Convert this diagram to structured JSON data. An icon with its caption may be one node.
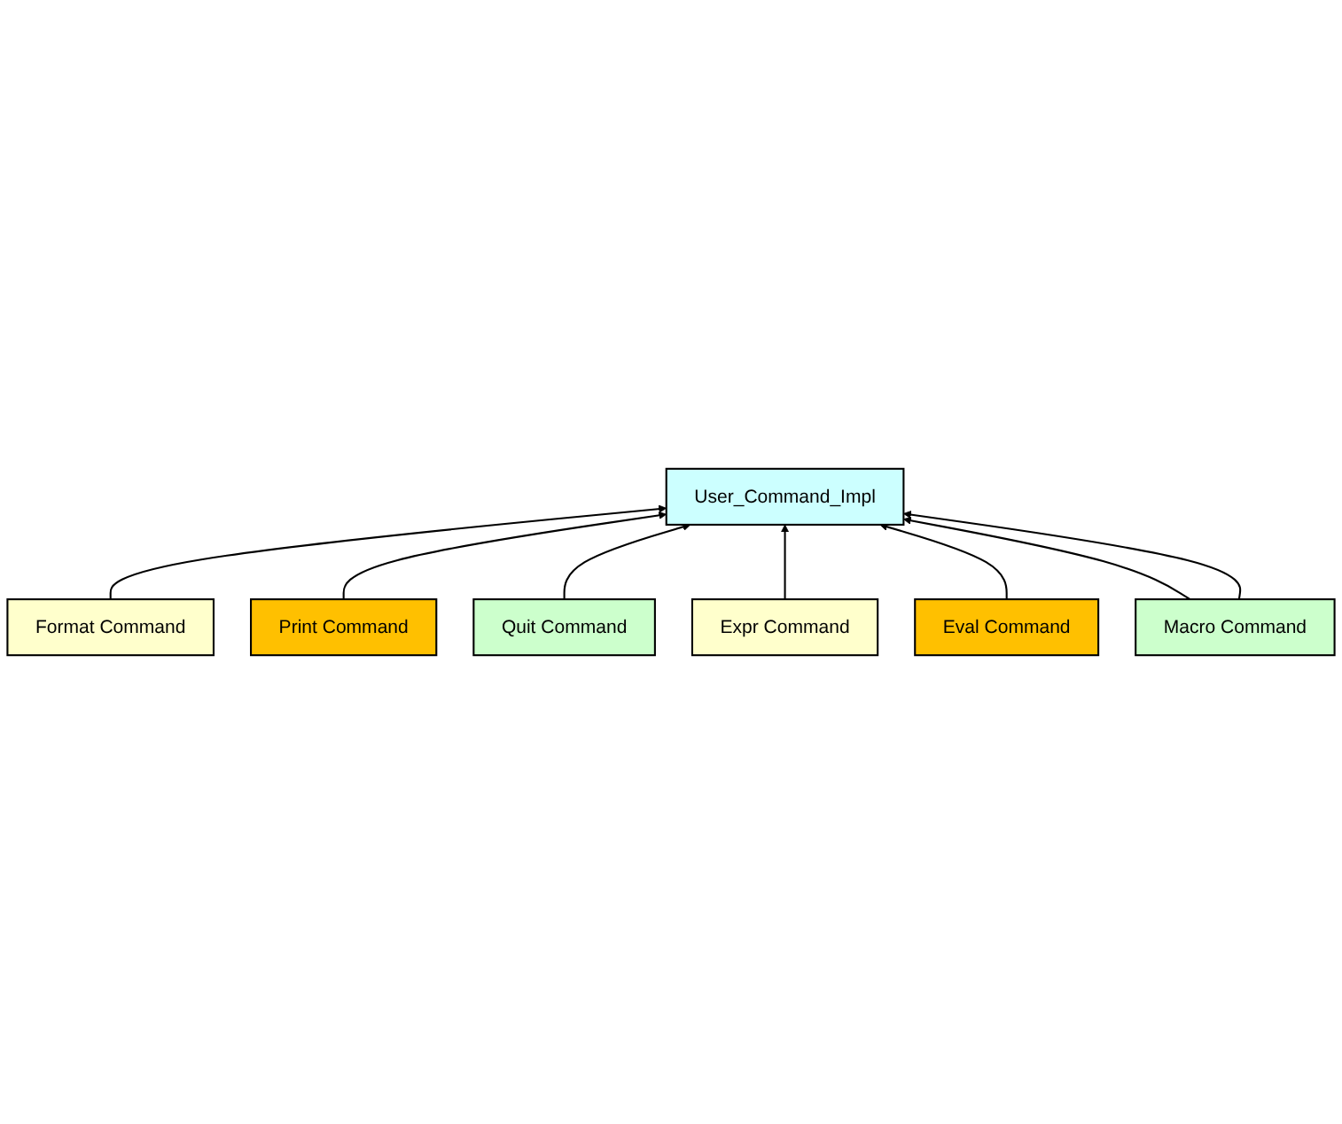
{
  "diagram": {
    "nodes": [
      {
        "text": [
          "User_Command_Impl"
        ]
      },
      {
        "text": [
          "Format Command"
        ]
      },
      {
        "text": [
          "Expr Command"
        ]
      },
      {
        "text": [
          "Print Command"
        ]
      },
      {
        "text": [
          "Eval Command"
        ]
      },
      {
        "text": [
          "Macro Command"
        ]
      },
      {
        "text": [
          "Quit Command"
        ]
      }
    ],
    "edges": [
      {
        "from": 1,
        "to": 0,
        "arrow": "to"
      },
      {
        "from": 3,
        "to": 0,
        "arrow": "to"
      },
      {
        "from": 6,
        "to": 0,
        "arrow": "to"
      },
      {
        "from": 2,
        "to": 0,
        "arrow": "to"
      },
      {
        "from": 4,
        "to": 0,
        "arrow": "to"
      },
      {
        "from": 5,
        "to": 0,
        "arrow": "to"
      },
      {
        "from": 5,
        "to": 0,
        "arrow": "to"
      }
    ]
  }
}
